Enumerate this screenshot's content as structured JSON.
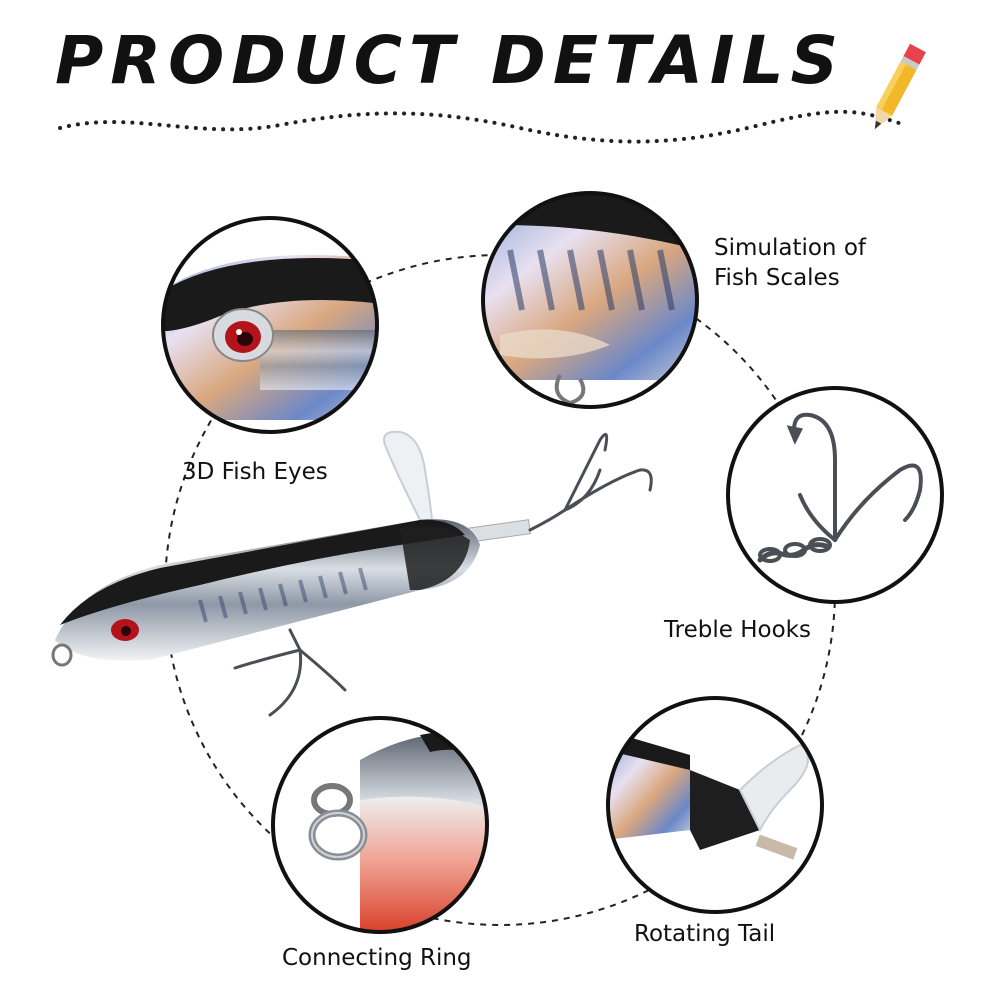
{
  "title": "PRODUCT DETAILS",
  "features": {
    "eyes": "3D Fish Eyes",
    "scales_line1": "Simulation of",
    "scales_line2": "Fish Scales",
    "hooks": "Treble Hooks",
    "ring": "Connecting Ring",
    "tail": "Rotating Tail"
  },
  "icons": [
    "pencil-icon"
  ],
  "colors": {
    "ink": "#111111",
    "body_dark": "#1a1a1a",
    "body_silver": "#cfd4da",
    "eye_red": "#b3141c",
    "ring_red": "#e0523f",
    "tail_clear": "#e8ecef"
  }
}
